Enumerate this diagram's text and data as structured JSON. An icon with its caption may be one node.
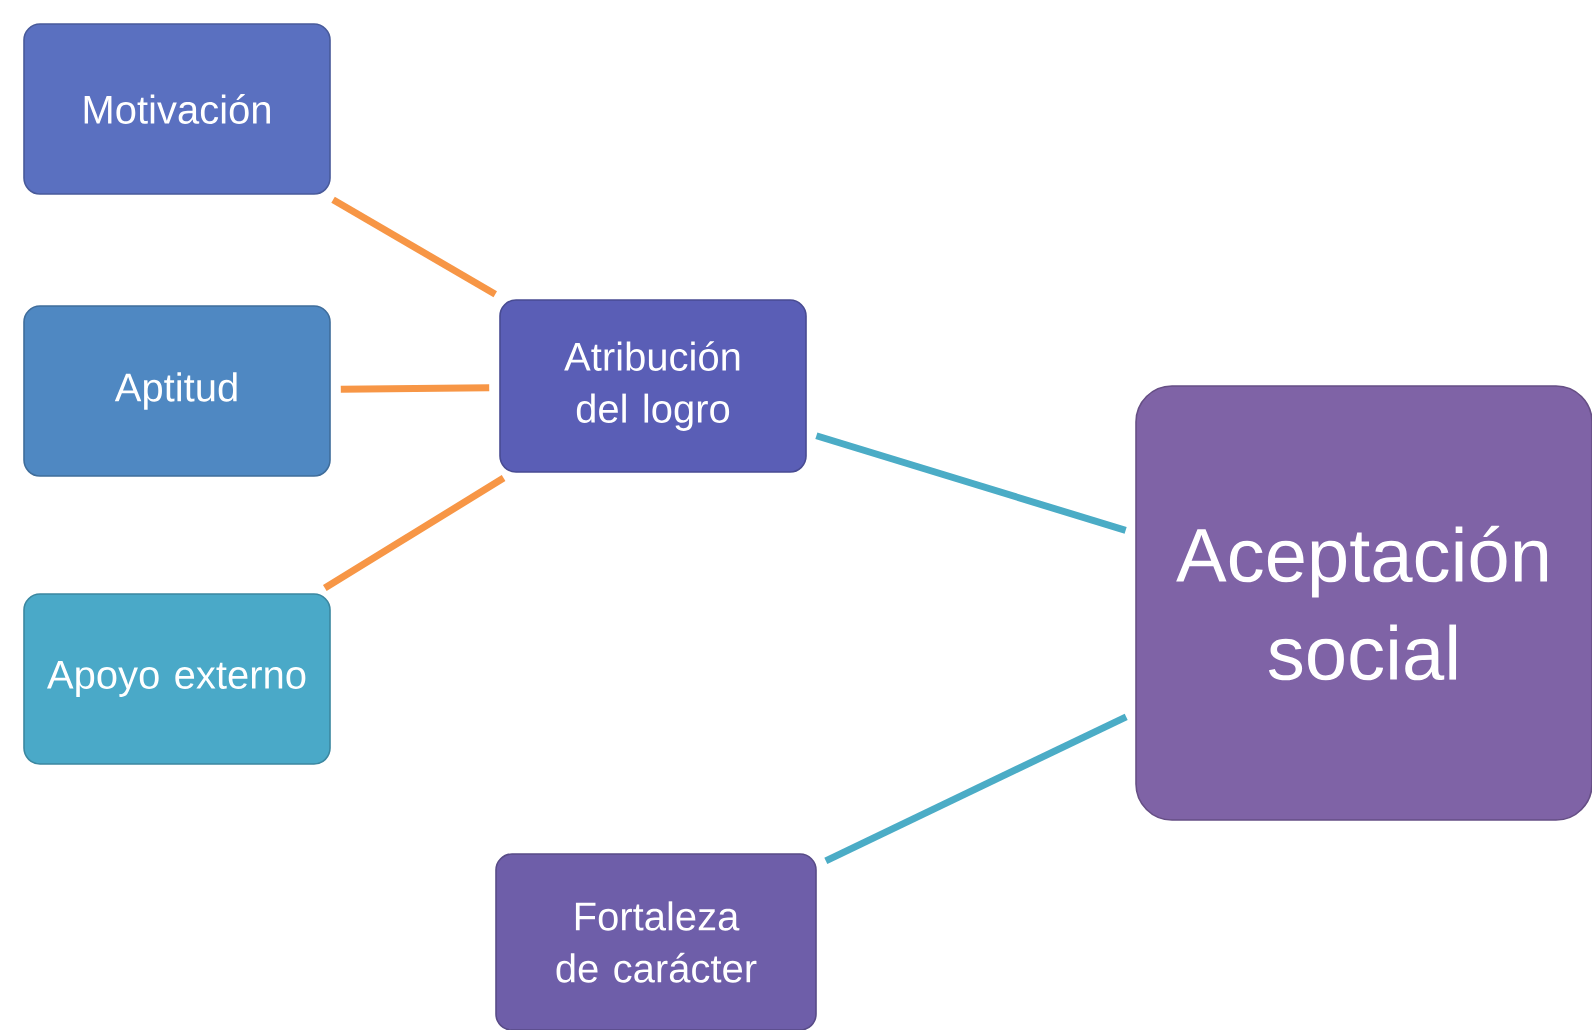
{
  "diagram": {
    "nodes": [
      {
        "text": [
          "Motivación"
        ]
      },
      {
        "text": [
          "Aptitud"
        ]
      },
      {
        "text": [
          "Apoyo externo"
        ]
      },
      {
        "text": [
          "Atribución del logro"
        ]
      },
      {
        "text": [
          "Aceptación social"
        ]
      },
      {
        "text": [
          "Fortaleza de carácter"
        ]
      }
    ],
    "edges": [
      {
        "from": 0,
        "to": 3,
        "arrow": "none"
      },
      {
        "from": 1,
        "to": 3,
        "arrow": "none"
      },
      {
        "from": 2,
        "to": 3,
        "arrow": "none"
      },
      {
        "from": 3,
        "to": 4,
        "arrow": "none",
        "color": "#4bacc6"
      },
      {
        "from": 5,
        "to": 4,
        "arrow": "none",
        "color": "#4bacc6"
      }
    ]
  }
}
